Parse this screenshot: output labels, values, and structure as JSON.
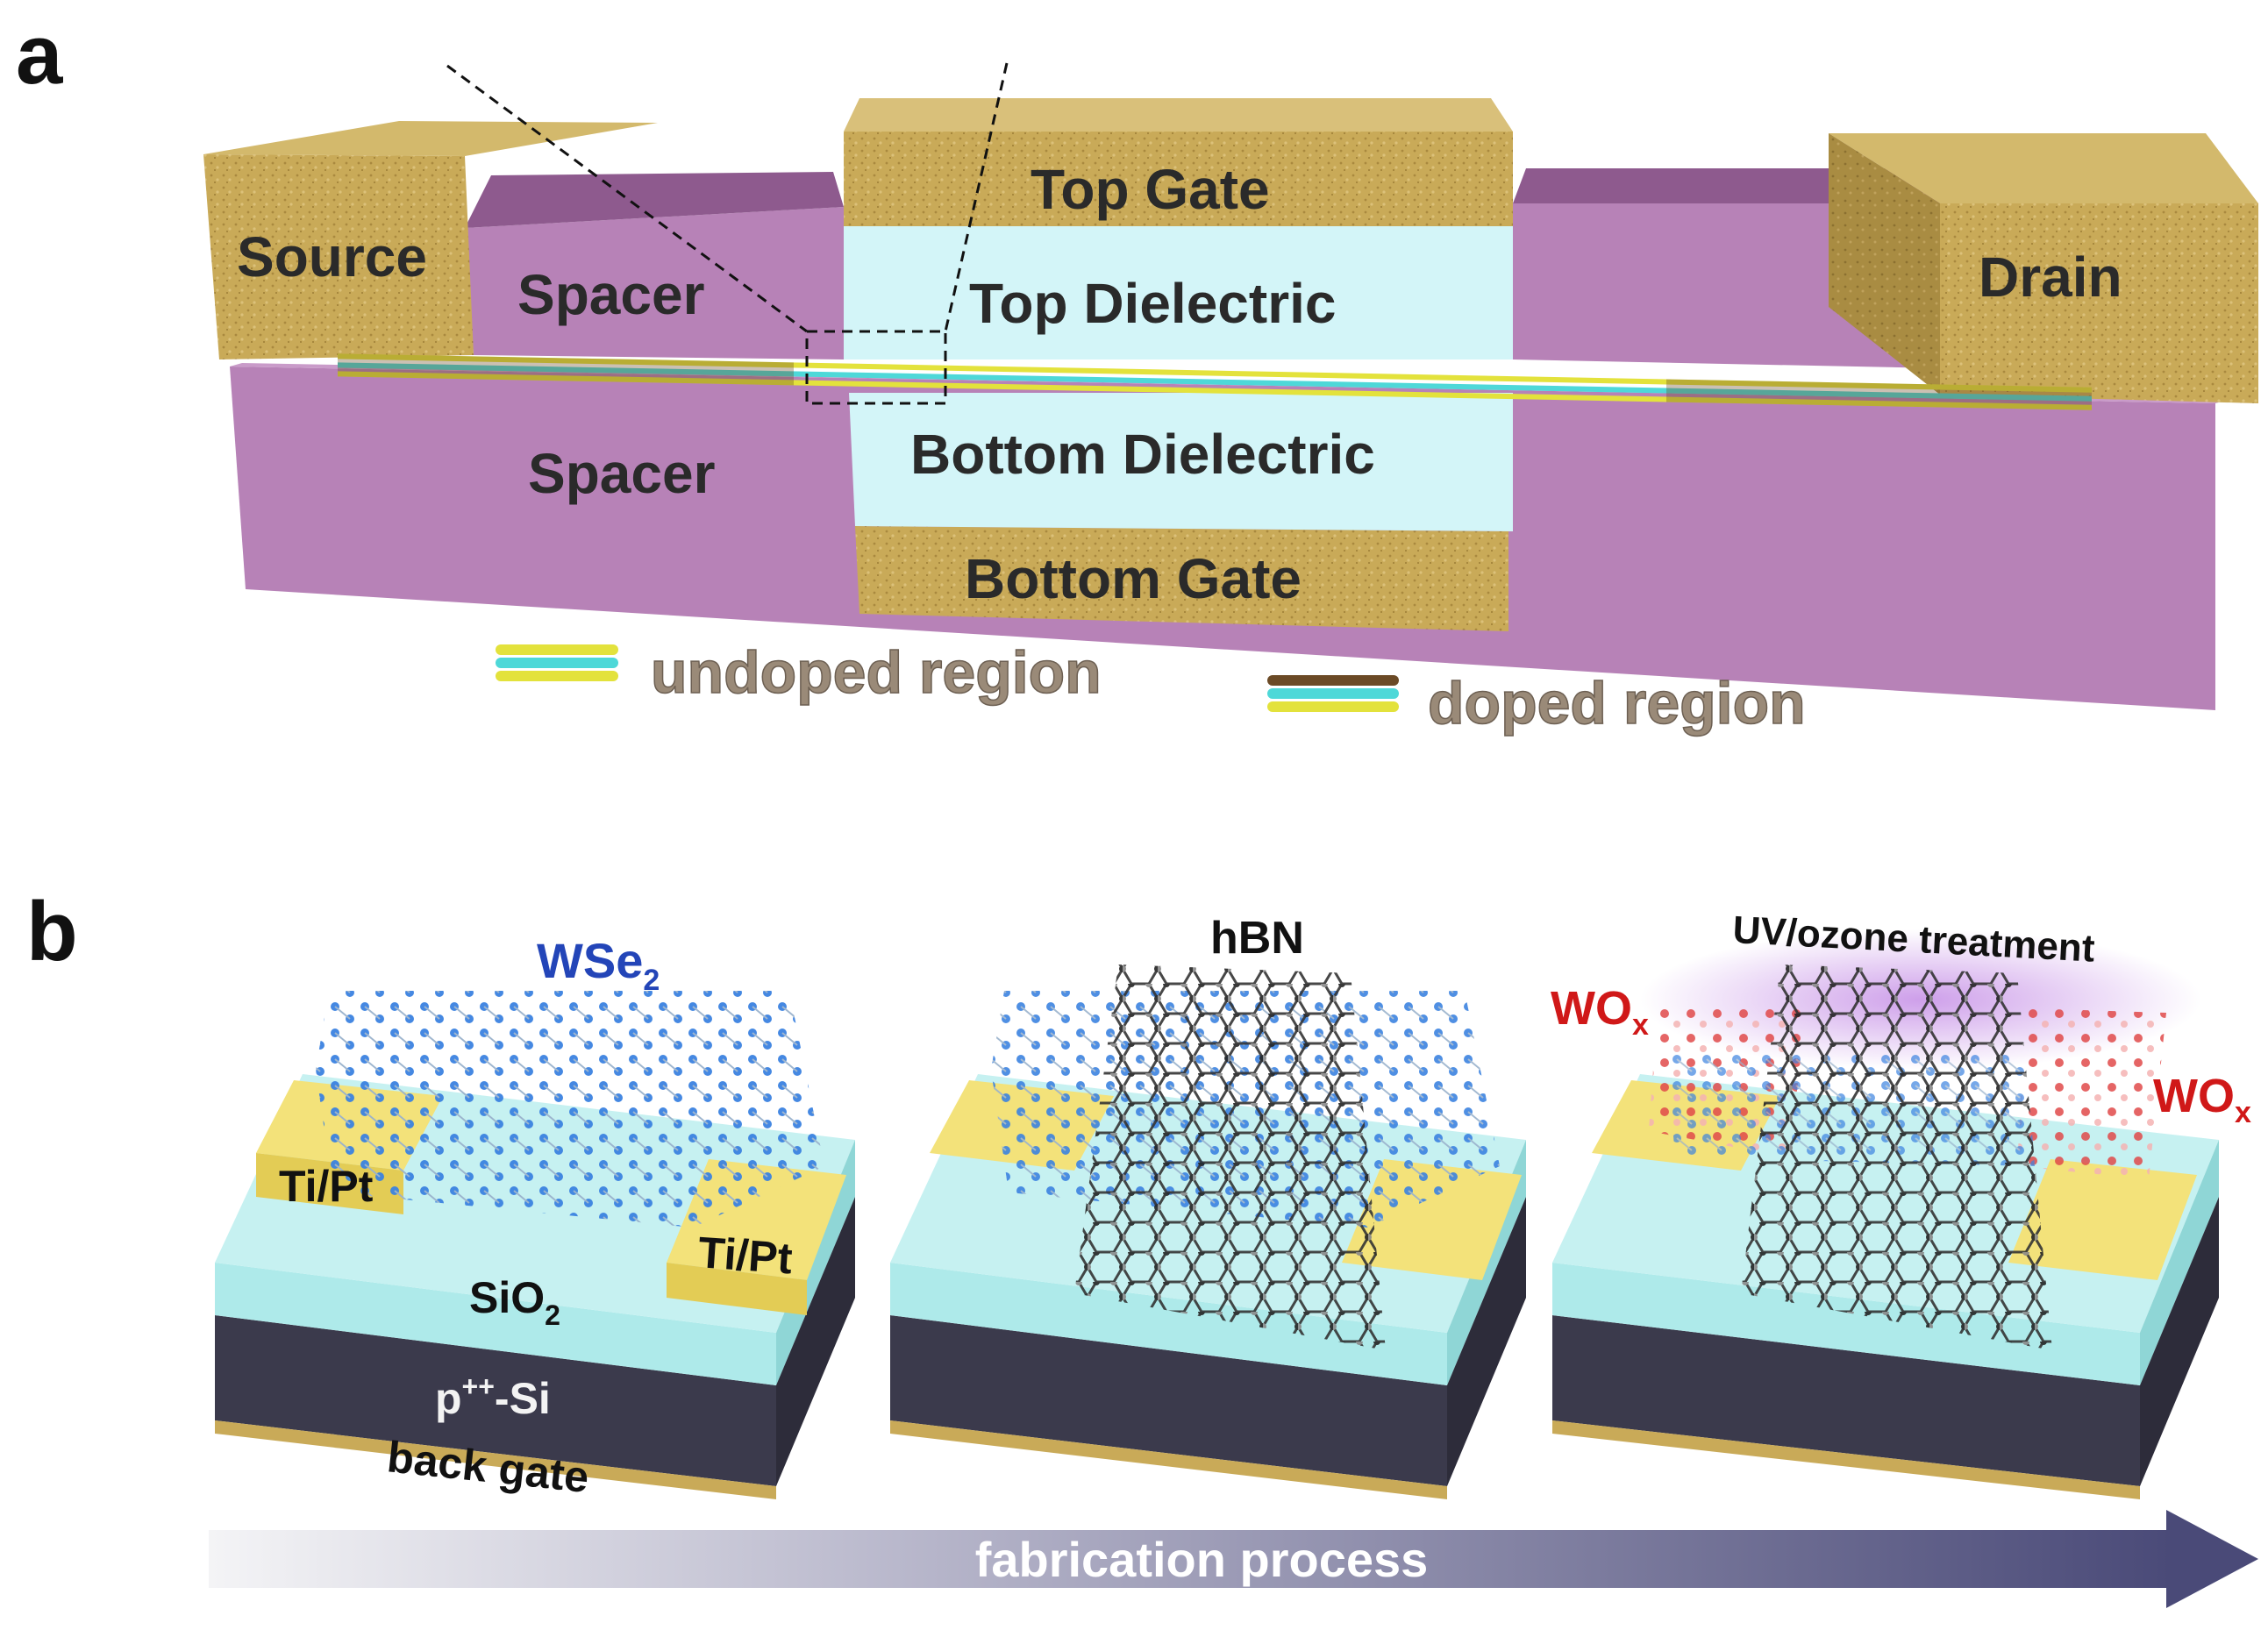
{
  "panel_a": {
    "letter": "a",
    "labels": {
      "source": "Source",
      "drain": "Drain",
      "spacer_top": "Spacer",
      "spacer_bottom": "Spacer",
      "top_gate": "Top Gate",
      "top_dielectric": "Top Dielectric",
      "bottom_dielectric": "Bottom Dielectric",
      "bottom_gate": "Bottom Gate"
    },
    "legend": {
      "undoped": "undoped region",
      "doped": "doped region"
    },
    "colors": {
      "gold": "#c9aa58",
      "spacer": "#b782b7",
      "dielectric": "#d3f5f8",
      "undoped_atom_a": "#e3e23c",
      "undoped_atom_b": "#4ed8d8",
      "doped_atom": "#6b4a26"
    }
  },
  "panel_b": {
    "letter": "b",
    "step1": {
      "material": "WSe",
      "material_sub": "2",
      "contact_left": "Ti/Pt",
      "contact_right": "Ti/Pt",
      "oxide": "SiO",
      "oxide_sub": "2",
      "substrate": "p",
      "substrate_sup": "++",
      "substrate_suffix": "-Si",
      "gate": "back gate"
    },
    "step2": {
      "material": "hBN"
    },
    "step3": {
      "treatment": "UV/ozone treatment",
      "oxide_left": "WO",
      "oxide_left_sub": "x",
      "oxide_right": "WO",
      "oxide_right_sub": "x"
    },
    "arrow_label": "fabrication process",
    "colors": {
      "contact": "#f3e27a",
      "sio2": "#aeeaea",
      "silicon": "#3b3a4c",
      "wse2_atom": "#3b82e0",
      "hbn_atom": "#2b2b2b",
      "wox_atom": "#e04a4a",
      "arrow_end": "#4a4a78"
    }
  }
}
